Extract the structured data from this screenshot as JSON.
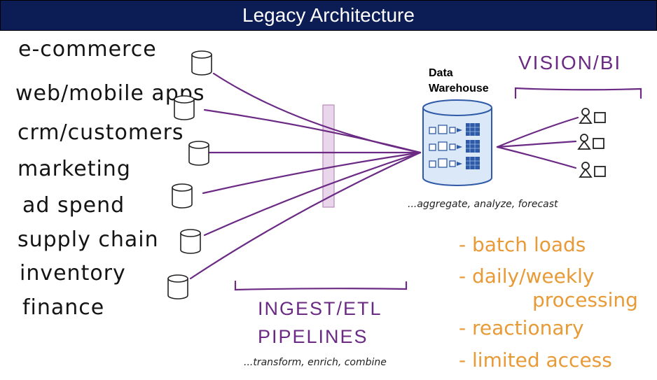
{
  "title": "Legacy Architecture",
  "sources": [
    "e-commerce",
    "web/mobile apps",
    "crm/customers",
    "marketing",
    "ad spend",
    "supply chain",
    "inventory",
    "finance"
  ],
  "warehouse": {
    "line1": "Data",
    "line2": "Warehouse"
  },
  "warehouse_note": "...aggregate, analyze, forecast",
  "vision": "VISION/BI",
  "ingest": {
    "line1": "INGEST/ETL",
    "line2": "PIPELINES"
  },
  "ingest_note": "...transform, enrich, combine",
  "bullets": [
    "- batch loads",
    "- daily/weekly",
    "processing",
    "- reactionary",
    "- limited access"
  ],
  "colors": {
    "title_bg": "#0c1d55",
    "purple": "#6b2a84",
    "orange": "#e89a36",
    "db_blue": "#2f5aa8",
    "ink": "#141414"
  },
  "icons": [
    "database-icon",
    "data-warehouse-icon",
    "user-icon"
  ]
}
